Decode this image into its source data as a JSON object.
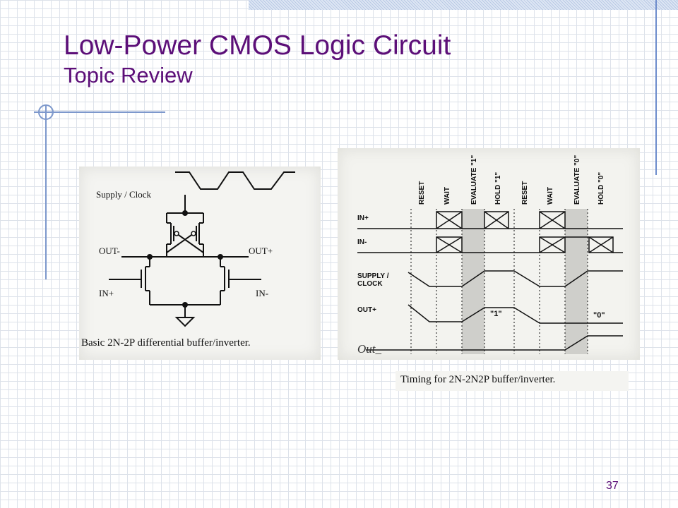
{
  "slide": {
    "title": "Low-Power CMOS Logic Circuit",
    "subtitle": "Topic Review",
    "page_number": "37"
  },
  "figure1": {
    "caption": "Basic 2N-2P differential buffer/inverter.",
    "labels": {
      "supply": "Supply / Clock",
      "out_minus": "OUT-",
      "out_plus": "OUT+",
      "in_plus": "IN+",
      "in_minus": "IN-"
    }
  },
  "figure2": {
    "caption": "Timing for 2N-2N2P buffer/inverter.",
    "phases": [
      "RESET",
      "WAIT",
      "EVALUATE \"1\"",
      "HOLD \"1\"",
      "RESET",
      "WAIT",
      "EVALUATE \"0\"",
      "HOLD \"0\""
    ],
    "signals": [
      "IN+",
      "IN-",
      "SUPPLY /",
      "CLOCK",
      "OUT+"
    ],
    "annotations": {
      "one": "\"1\"",
      "zero": "\"0\"",
      "handwriting": "Out_"
    }
  }
}
